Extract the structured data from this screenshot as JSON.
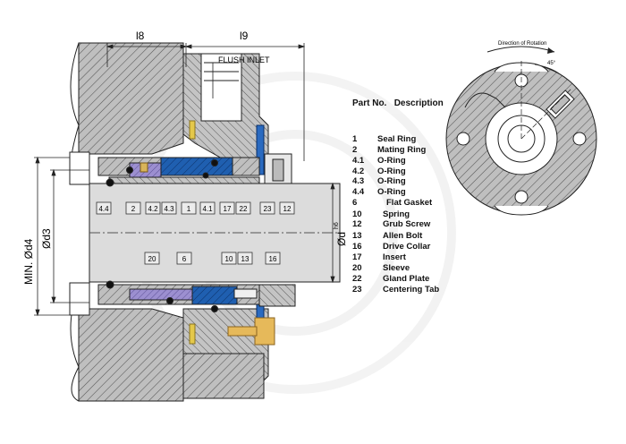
{
  "dimensions": {
    "l8": "l8",
    "l9": "l9",
    "d4": "MIN. Ød4",
    "d3": "Ød3",
    "d": "Ød",
    "d_tol": "h6"
  },
  "flush_inlet": "FLUSH INLET",
  "rotation_label": "Direction of Rotation",
  "angle_label": "45°",
  "callouts_top": [
    "4.4",
    "2",
    "4.2",
    "4.3",
    "1",
    "4.1",
    "17",
    "22",
    "23",
    "12"
  ],
  "callouts_bottom": [
    "20",
    "6",
    "10",
    "13",
    "16"
  ],
  "legend": {
    "header_part": "Part No.",
    "header_desc": "Description",
    "items": [
      {
        "no": "1",
        "desc": "Seal Ring"
      },
      {
        "no": "2",
        "desc": "Mating Ring"
      },
      {
        "no": "4.1",
        "desc": "O-Ring"
      },
      {
        "no": "4.2",
        "desc": "O-Ring"
      },
      {
        "no": "4.3",
        "desc": "O-Ring"
      },
      {
        "no": "4.4",
        "desc": "O-Ring"
      },
      {
        "no": "6",
        "desc": "Flat Gasket"
      },
      {
        "no": "10",
        "desc": "Spring"
      },
      {
        "no": "12",
        "desc": "Grub Screw"
      },
      {
        "no": "13",
        "desc": "Allen Bolt"
      },
      {
        "no": "16",
        "desc": "Drive Collar"
      },
      {
        "no": "17",
        "desc": "Insert"
      },
      {
        "no": "20",
        "desc": "Sleeve"
      },
      {
        "no": "22",
        "desc": "Gland Plate"
      },
      {
        "no": "23",
        "desc": "Centering Tab"
      }
    ]
  }
}
